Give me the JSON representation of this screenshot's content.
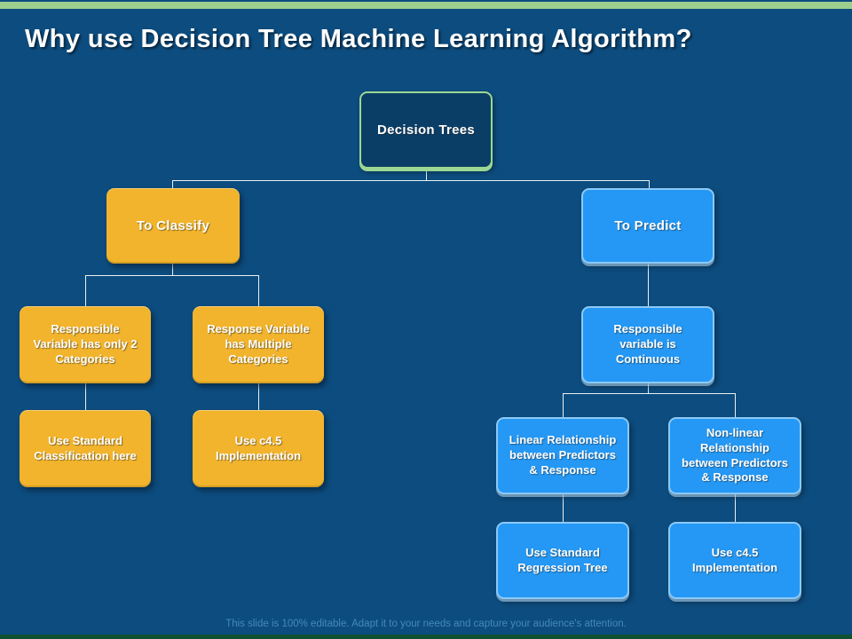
{
  "title": "Why use Decision Tree Machine Learning Algorithm?",
  "footer": "This slide is 100% editable. Adapt it to your needs and capture your audience's attention.",
  "colors": {
    "bg": "#0D4C7E",
    "bar_top": "#9CCF8D",
    "bar_bottom": "#0E5132",
    "orange": "#F2B42C",
    "blue": "#2498F4",
    "blue_border": "#8BC9F7",
    "root_fill": "#0A3E66",
    "root_border": "#9CD893",
    "connector": "#E8F1F2",
    "footer": "#4389BD",
    "title": "#FFFFFF"
  },
  "diagram": {
    "type": "flowchart-tree",
    "nodes": [
      {
        "id": "decision-trees",
        "label": "Decision Trees",
        "style": "root"
      },
      {
        "id": "to-classify",
        "label": "To Classify",
        "style": "orange"
      },
      {
        "id": "to-predict",
        "label": "To Predict",
        "style": "blue"
      },
      {
        "id": "responsible-variable-2-categories",
        "label": "Responsible Variable has only 2 Categories",
        "style": "orange"
      },
      {
        "id": "response-variable-multiple-categories",
        "label": "Response Variable has Multiple Categories",
        "style": "orange"
      },
      {
        "id": "use-standard-classification",
        "label": "Use Standard Classification here",
        "style": "orange"
      },
      {
        "id": "use-c45-implementation-classify",
        "label": "Use c4.5 Implementation",
        "style": "orange"
      },
      {
        "id": "responsible-variable-continuous",
        "label": "Responsible variable is Continuous",
        "style": "blue"
      },
      {
        "id": "linear-relationship",
        "label": "Linear Relationship between Predictors & Response",
        "style": "blue"
      },
      {
        "id": "non-linear-relationship",
        "label": "Non-linear Relationship between Predictors & Response",
        "style": "blue"
      },
      {
        "id": "use-standard-regression-tree",
        "label": "Use Standard Regression Tree",
        "style": "blue"
      },
      {
        "id": "use-c45-implementation-predict",
        "label": "Use c4.5 Implementation",
        "style": "blue"
      }
    ],
    "edges": [
      [
        "decision-trees",
        "to-classify"
      ],
      [
        "decision-trees",
        "to-predict"
      ],
      [
        "to-classify",
        "responsible-variable-2-categories"
      ],
      [
        "to-classify",
        "response-variable-multiple-categories"
      ],
      [
        "responsible-variable-2-categories",
        "use-standard-classification"
      ],
      [
        "response-variable-multiple-categories",
        "use-c45-implementation-classify"
      ],
      [
        "to-predict",
        "responsible-variable-continuous"
      ],
      [
        "responsible-variable-continuous",
        "linear-relationship"
      ],
      [
        "responsible-variable-continuous",
        "non-linear-relationship"
      ],
      [
        "linear-relationship",
        "use-standard-regression-tree"
      ],
      [
        "non-linear-relationship",
        "use-c45-implementation-predict"
      ]
    ]
  }
}
